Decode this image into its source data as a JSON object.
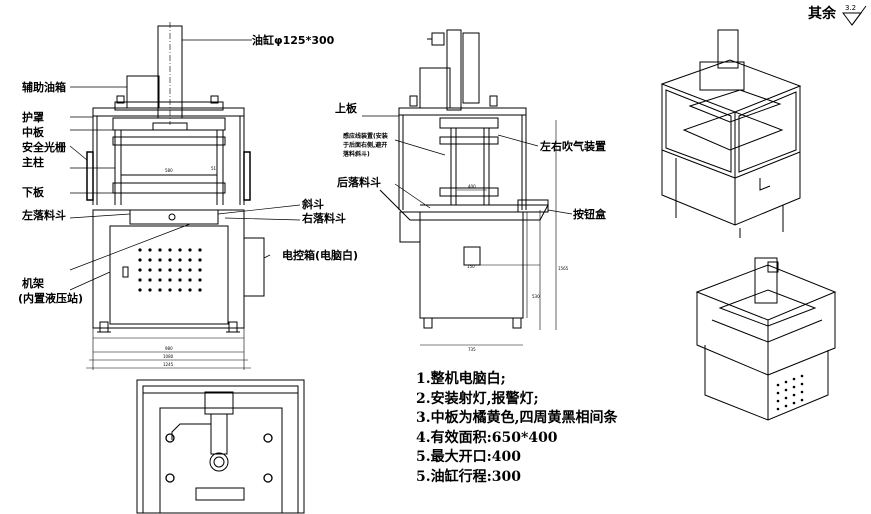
{
  "finish": {
    "label": "其余",
    "roughness": "3.2"
  },
  "front_view": {
    "cylinder": "油缸φ125*300",
    "aux_tank": "辅助油箱",
    "guard": "护罩",
    "middle_plate": "中板",
    "light_curtain": "安全光栅",
    "main_column": "主柱",
    "lower_plate": "下板",
    "left_chute": "左落料斗",
    "slant_chute": "斜斗",
    "right_chute": "右落料斗",
    "electric_box": "电控箱(电脑白)",
    "frame": "机架",
    "frame_note": "(内置液压站)",
    "dims": {
      "d1": "580",
      "d2": "980",
      "d3": "1080",
      "d4": "1245",
      "d5": "51"
    }
  },
  "side_view": {
    "upper_plate": "上板",
    "sensor_note_1": "感应线装置(安装",
    "sensor_note_2": "于后面右侧,避开",
    "sensor_note_3": "落料斜斗)",
    "air_blow": "左右吹气装置",
    "rear_chute": "后落料斗",
    "button_box": "按钮盒",
    "dims": {
      "d1": "400",
      "d2": "150",
      "d3": "735",
      "d4": "530",
      "d5": "1565"
    }
  },
  "notes": [
    "1.整机电脑白;",
    "2.安装射灯,报警灯;",
    "3.中板为橘黄色,四周黄黑相间条",
    "4.有效面积:650*400",
    "5.最大开口:400",
    "5.油缸行程:300"
  ]
}
